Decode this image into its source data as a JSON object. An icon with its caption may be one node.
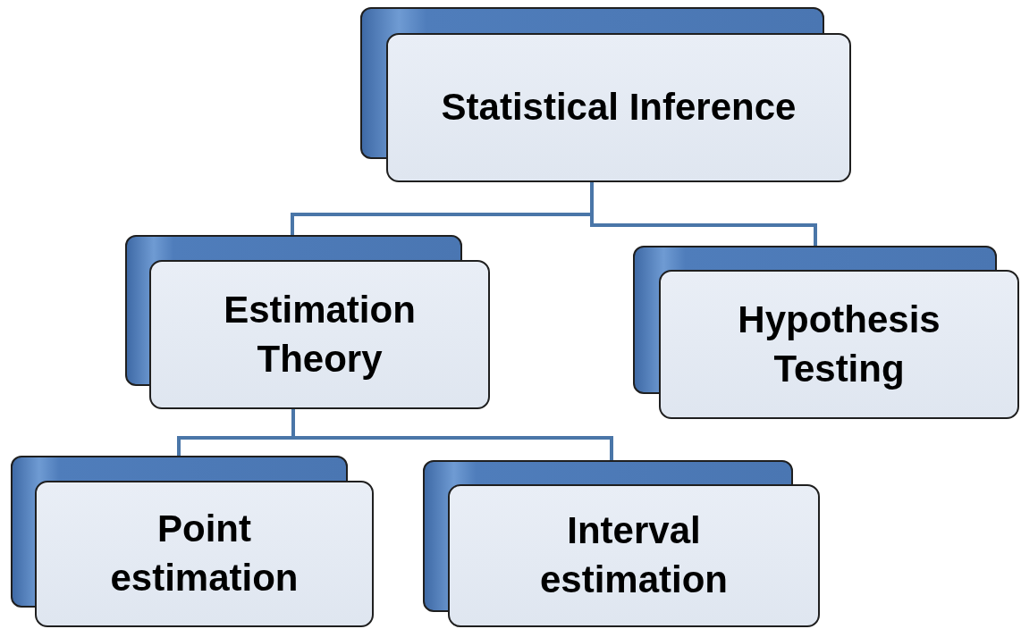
{
  "diagram": {
    "nodes": [
      {
        "text": [
          "Statistical Inference"
        ]
      },
      {
        "text": [
          "Estimation Theory"
        ]
      },
      {
        "text": [
          "Hypothesis Testing"
        ]
      },
      {
        "text": [
          "Point estimation"
        ]
      },
      {
        "text": [
          "Interval estimation"
        ]
      }
    ],
    "edges": [
      {
        "from": 0,
        "to": 1,
        "arrow": "none"
      },
      {
        "from": 0,
        "to": 2,
        "arrow": "none"
      },
      {
        "from": 1,
        "to": 3,
        "arrow": "none"
      },
      {
        "from": 1,
        "to": 4,
        "arrow": "none"
      }
    ]
  }
}
